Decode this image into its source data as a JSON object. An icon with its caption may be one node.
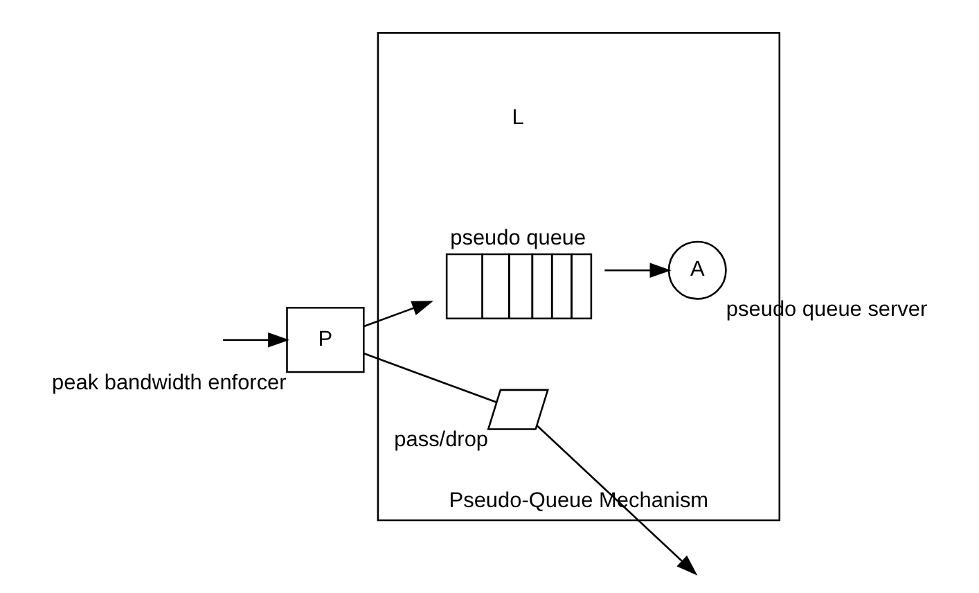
{
  "diagram": {
    "nodes": [
      {
        "text": [
          "Pseudo-Queue Mechanism"
        ]
      },
      {
        "text": [
          "P"
        ],
        "beside": [
          "peak bandwidth enforcer"
        ]
      },
      {
        "text": [
          "pseudo queue"
        ],
        "in": 0
      },
      {
        "text": [
          "A"
        ],
        "beside": [
          "pseudo queue server"
        ],
        "in": 0
      },
      {
        "text": [],
        "shape": "switch",
        "beside": [
          "pass/drop"
        ],
        "in": 0
      }
    ],
    "edges": [
      {
        "from": null,
        "to": 1,
        "arrow": "to"
      },
      {
        "from": 1,
        "to": 4,
        "arrow": "none"
      },
      {
        "from": 4,
        "to": null,
        "arrow": "to"
      },
      {
        "from": 1,
        "to": 2,
        "arrow": "to"
      },
      {
        "from": 2,
        "to": 3,
        "arrow": "to"
      }
    ],
    "labels": [
      "L"
    ]
  }
}
